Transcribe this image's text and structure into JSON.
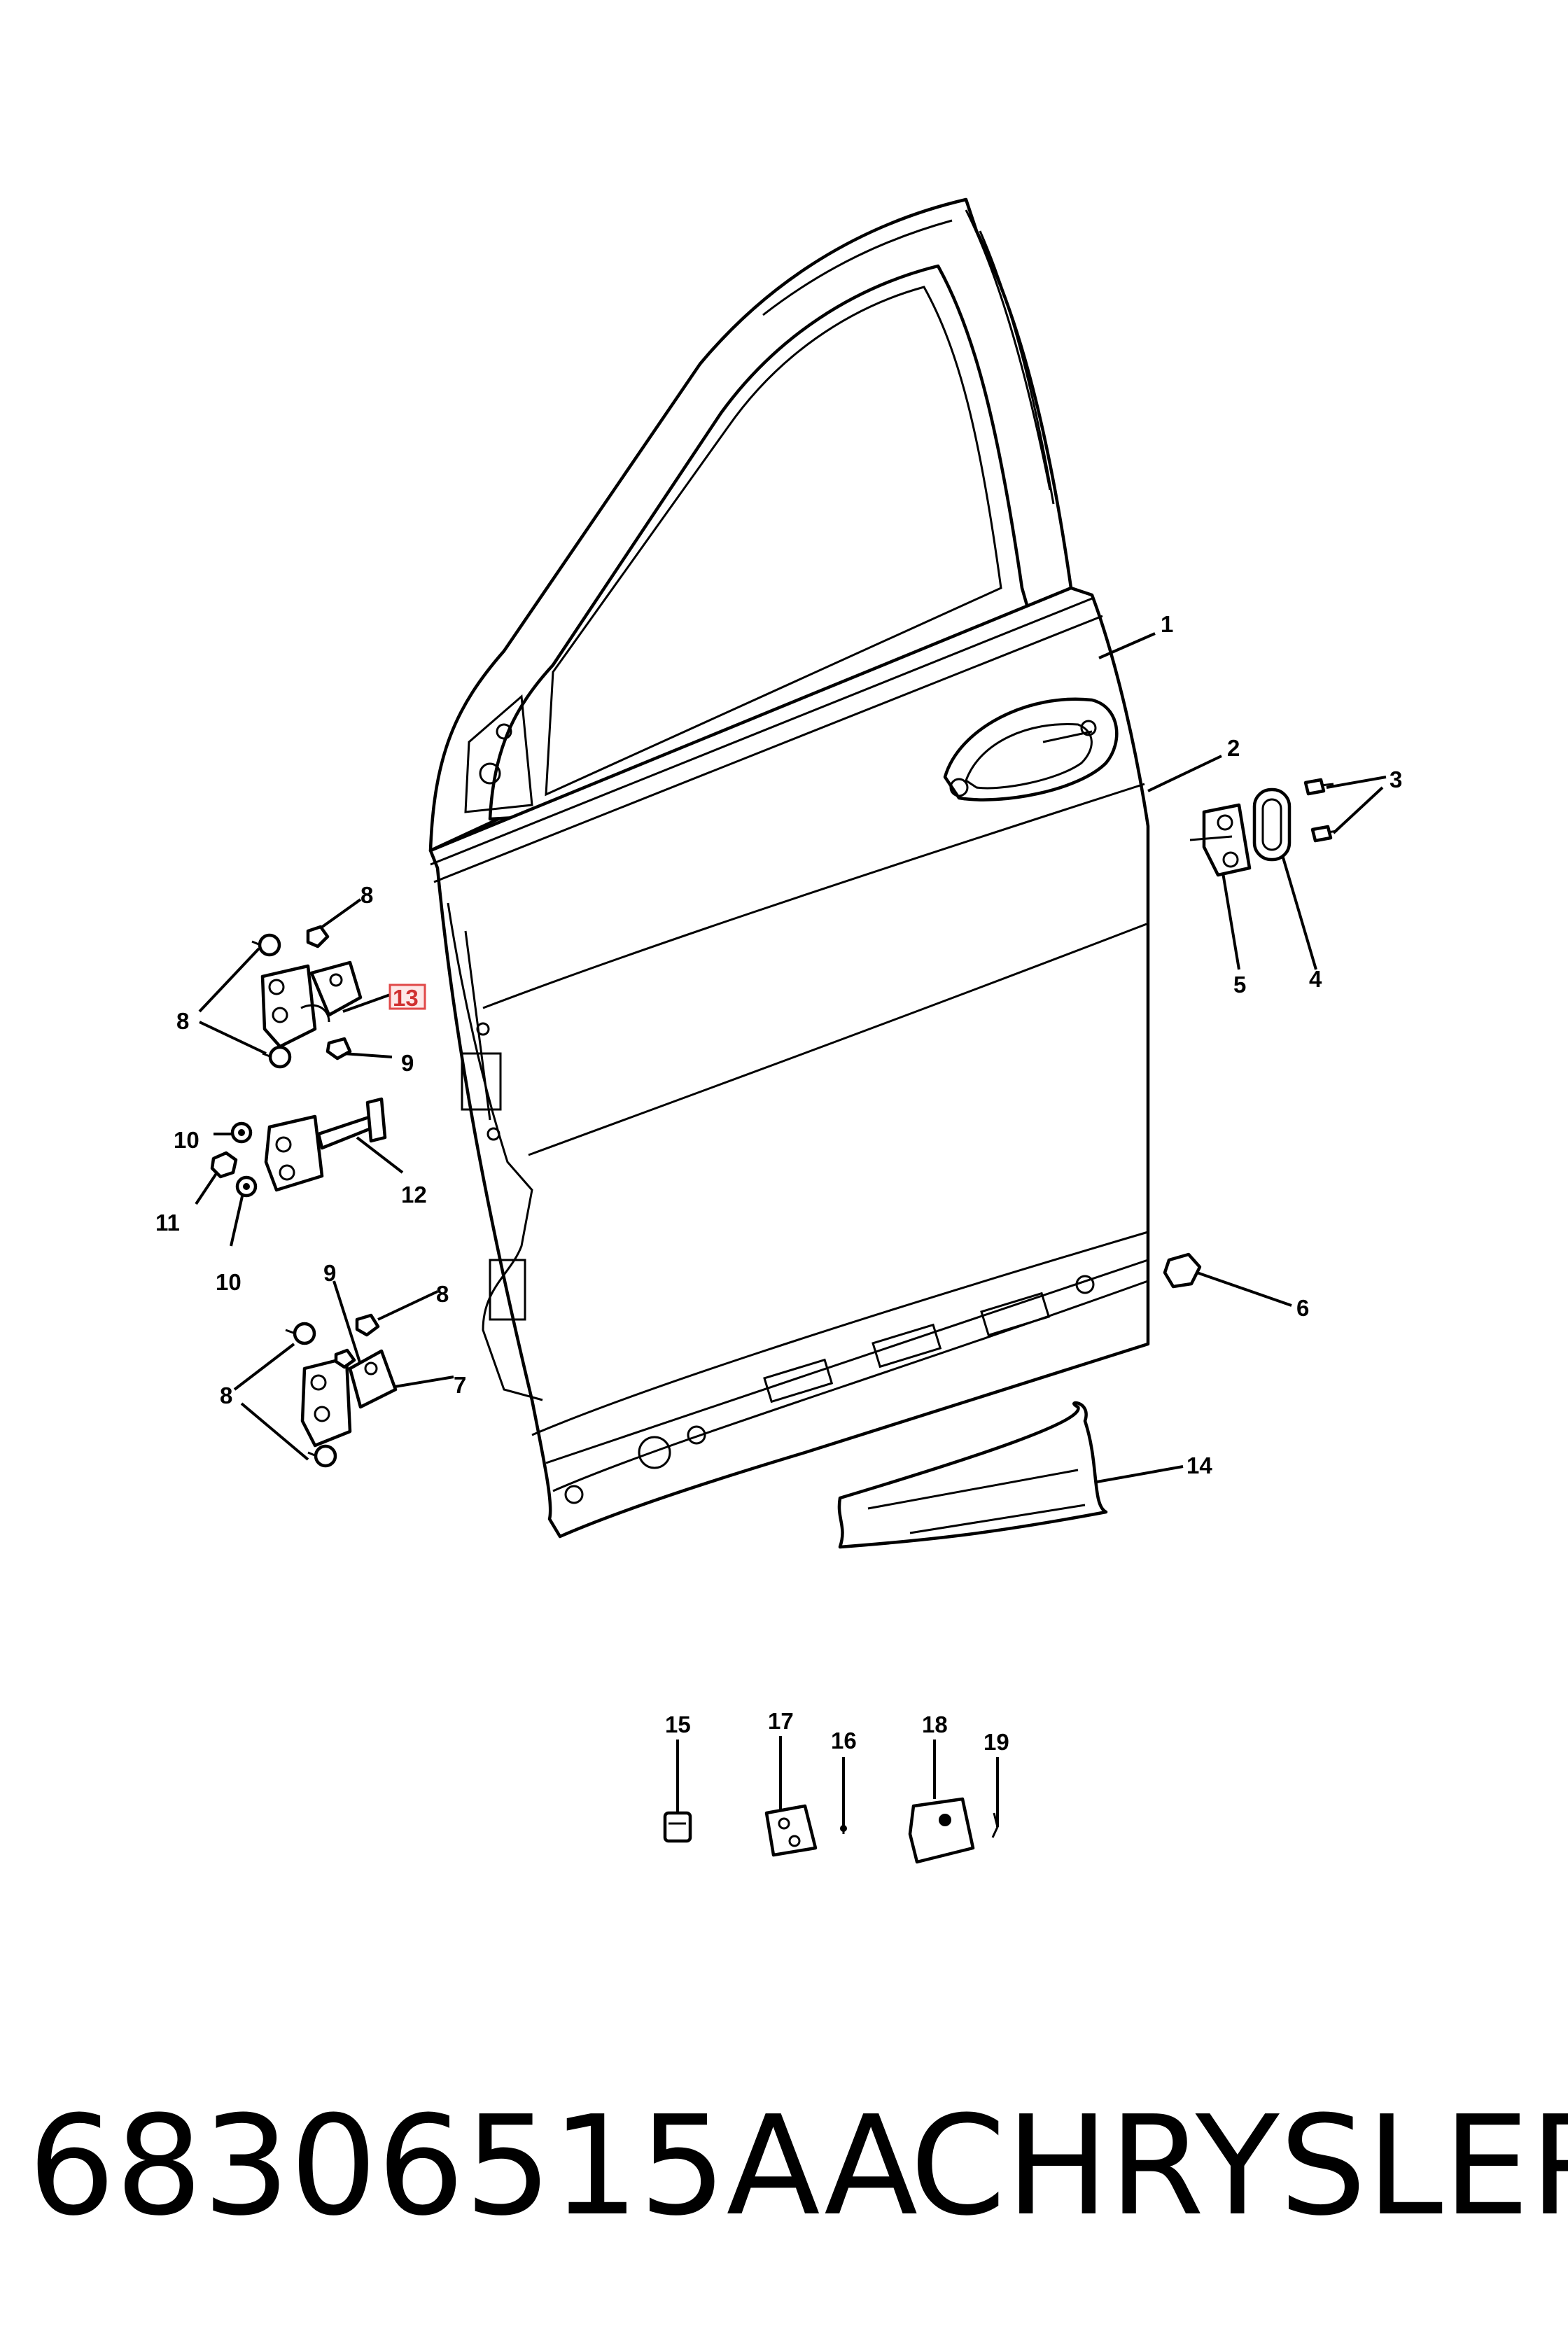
{
  "diagram": {
    "callouts": {
      "c1": "1",
      "c2": "2",
      "c3": "3",
      "c4": "4",
      "c5": "5",
      "c6": "6",
      "c7": "7",
      "c8a": "8",
      "c8b": "8",
      "c8c": "8",
      "c8d": "8",
      "c9a": "9",
      "c9b": "9",
      "c10a": "10",
      "c10b": "10",
      "c11": "11",
      "c12": "12",
      "c13": "13",
      "c14": "14",
      "c15": "15",
      "c16": "16",
      "c17": "17",
      "c18": "18",
      "c19": "19"
    },
    "highlighted_callout": "13",
    "highlight_color": "#e04848"
  },
  "caption": {
    "part_number": "68306515AA",
    "brand": "CHRYSLER"
  }
}
